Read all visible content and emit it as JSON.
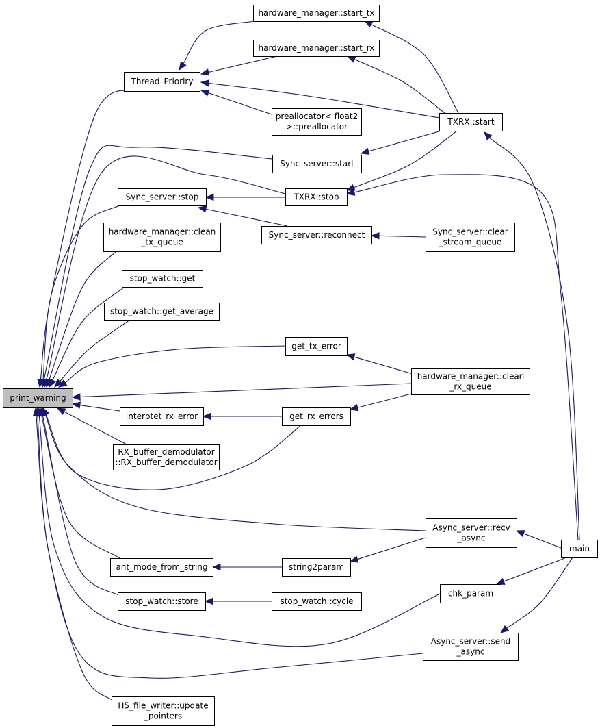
{
  "diagram": {
    "nodes": [
      {
        "id": "print_warning",
        "lines": [
          "print_warning"
        ],
        "highlight": true
      },
      {
        "id": "hm_start_tx",
        "lines": [
          "hardware_manager::start_tx"
        ]
      },
      {
        "id": "hm_start_rx",
        "lines": [
          "hardware_manager::start_rx"
        ]
      },
      {
        "id": "thread_prioriry",
        "lines": [
          "Thread_Prioriry"
        ]
      },
      {
        "id": "preallocator",
        "lines": [
          "preallocator< float2",
          ">::preallocator"
        ]
      },
      {
        "id": "txrx_start",
        "lines": [
          "TXRX::start"
        ]
      },
      {
        "id": "sync_server_start",
        "lines": [
          "Sync_server::start"
        ]
      },
      {
        "id": "sync_server_stop",
        "lines": [
          "Sync_server::stop"
        ]
      },
      {
        "id": "txrx_stop",
        "lines": [
          "TXRX::stop"
        ]
      },
      {
        "id": "hm_clean_tx_queue",
        "lines": [
          "hardware_manager::clean",
          "_tx_queue"
        ]
      },
      {
        "id": "sync_server_reconnect",
        "lines": [
          "Sync_server::reconnect"
        ]
      },
      {
        "id": "sync_server_clear_stream_queue",
        "lines": [
          "Sync_server::clear",
          "_stream_queue"
        ]
      },
      {
        "id": "stop_watch_get",
        "lines": [
          "stop_watch::get"
        ]
      },
      {
        "id": "stop_watch_get_average",
        "lines": [
          "stop_watch::get_average"
        ]
      },
      {
        "id": "get_tx_error",
        "lines": [
          "get_tx_error"
        ]
      },
      {
        "id": "hm_clean_rx_queue",
        "lines": [
          "hardware_manager::clean",
          "_rx_queue"
        ]
      },
      {
        "id": "interptet_rx_error",
        "lines": [
          "interptet_rx_error"
        ]
      },
      {
        "id": "get_rx_errors",
        "lines": [
          "get_rx_errors"
        ]
      },
      {
        "id": "rx_buffer_demodulator",
        "lines": [
          "RX_buffer_demodulator",
          "::RX_buffer_demodulator"
        ]
      },
      {
        "id": "async_server_recv_async",
        "lines": [
          "Async_server::recv",
          "_async"
        ]
      },
      {
        "id": "main",
        "lines": [
          "main"
        ]
      },
      {
        "id": "ant_mode_from_string",
        "lines": [
          "ant_mode_from_string"
        ]
      },
      {
        "id": "string2param",
        "lines": [
          "string2param"
        ]
      },
      {
        "id": "chk_param",
        "lines": [
          "chk_param"
        ]
      },
      {
        "id": "stop_watch_store",
        "lines": [
          "stop_watch::store"
        ]
      },
      {
        "id": "stop_watch_cycle",
        "lines": [
          "stop_watch::cycle"
        ]
      },
      {
        "id": "async_server_send_async",
        "lines": [
          "Async_server::send",
          "_async"
        ]
      },
      {
        "id": "h5_file_writer_update_pointers",
        "lines": [
          "H5_file_writer::update",
          "_pointers"
        ]
      }
    ],
    "edges": [
      {
        "from": "thread_prioriry",
        "to": "print_warning"
      },
      {
        "from": "hm_start_tx",
        "to": "thread_prioriry"
      },
      {
        "from": "hm_start_rx",
        "to": "thread_prioriry"
      },
      {
        "from": "preallocator",
        "to": "thread_prioriry"
      },
      {
        "from": "txrx_start",
        "to": "thread_prioriry"
      },
      {
        "from": "txrx_start",
        "to": "hm_start_tx"
      },
      {
        "from": "txrx_start",
        "to": "hm_start_rx"
      },
      {
        "from": "sync_server_start",
        "to": "print_warning"
      },
      {
        "from": "txrx_start",
        "to": "sync_server_start"
      },
      {
        "from": "txrx_stop",
        "to": "print_warning"
      },
      {
        "from": "txrx_start",
        "to": "txrx_stop"
      },
      {
        "from": "main",
        "to": "txrx_start"
      },
      {
        "from": "main",
        "to": "txrx_stop"
      },
      {
        "from": "sync_server_stop",
        "to": "print_warning"
      },
      {
        "from": "txrx_stop",
        "to": "sync_server_stop"
      },
      {
        "from": "sync_server_reconnect",
        "to": "sync_server_stop"
      },
      {
        "from": "sync_server_clear_stream_queue",
        "to": "sync_server_reconnect"
      },
      {
        "from": "hm_clean_tx_queue",
        "to": "print_warning"
      },
      {
        "from": "stop_watch_get",
        "to": "print_warning"
      },
      {
        "from": "stop_watch_get_average",
        "to": "print_warning"
      },
      {
        "from": "get_tx_error",
        "to": "print_warning"
      },
      {
        "from": "hm_clean_rx_queue",
        "to": "get_tx_error"
      },
      {
        "from": "hm_clean_rx_queue",
        "to": "print_warning"
      },
      {
        "from": "interptet_rx_error",
        "to": "print_warning"
      },
      {
        "from": "get_rx_errors",
        "to": "interptet_rx_error"
      },
      {
        "from": "hm_clean_rx_queue",
        "to": "get_rx_errors"
      },
      {
        "from": "get_rx_errors",
        "to": "print_warning"
      },
      {
        "from": "rx_buffer_demodulator",
        "to": "print_warning"
      },
      {
        "from": "async_server_recv_async",
        "to": "print_warning"
      },
      {
        "from": "main",
        "to": "async_server_recv_async"
      },
      {
        "from": "ant_mode_from_string",
        "to": "print_warning"
      },
      {
        "from": "string2param",
        "to": "ant_mode_from_string"
      },
      {
        "from": "async_server_recv_async",
        "to": "string2param"
      },
      {
        "from": "chk_param",
        "to": "print_warning"
      },
      {
        "from": "main",
        "to": "chk_param"
      },
      {
        "from": "stop_watch_store",
        "to": "print_warning"
      },
      {
        "from": "stop_watch_cycle",
        "to": "stop_watch_store"
      },
      {
        "from": "async_server_send_async",
        "to": "print_warning"
      },
      {
        "from": "main",
        "to": "async_server_send_async"
      },
      {
        "from": "h5_file_writer_update_pointers",
        "to": "print_warning"
      }
    ]
  }
}
